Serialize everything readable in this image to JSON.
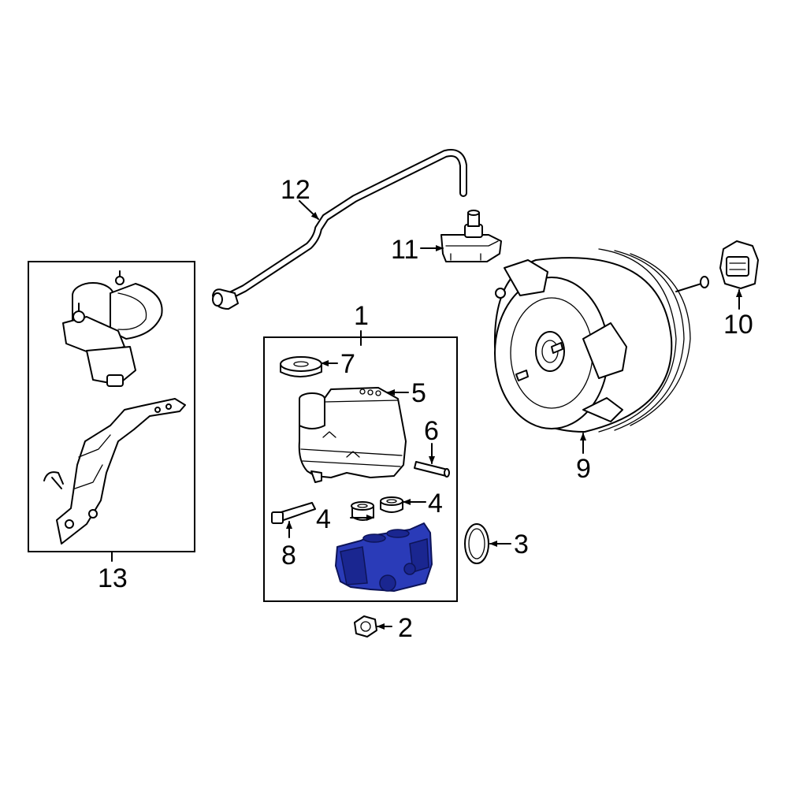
{
  "callouts": {
    "c1": "1",
    "c2": "2",
    "c3": "3",
    "c4a": "4",
    "c4b": "4",
    "c5": "5",
    "c6": "6",
    "c7": "7",
    "c8": "8",
    "c9": "9",
    "c10": "10",
    "c11": "11",
    "c12": "12",
    "c13": "13"
  },
  "colors": {
    "highlight": "#2a3bb8",
    "line": "#000000",
    "background": "#ffffff"
  },
  "highlighted_part": "master-cylinder"
}
